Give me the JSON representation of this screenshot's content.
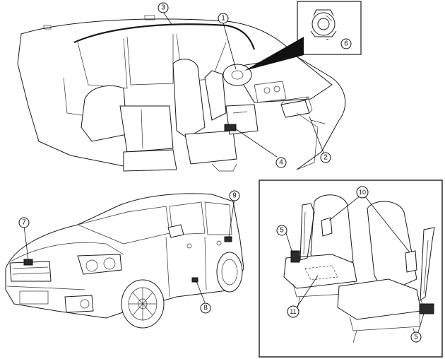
{
  "callouts": {
    "c1": "1",
    "c2": "2",
    "c3": "3",
    "c4": "4",
    "c5a": "5",
    "c5b": "5",
    "c6": "6",
    "c7": "7",
    "c8": "8",
    "c9": "9",
    "c10": "10",
    "c11": "11"
  },
  "colors": {
    "ink": "#1a1a1a",
    "paper": "#ffffff"
  }
}
